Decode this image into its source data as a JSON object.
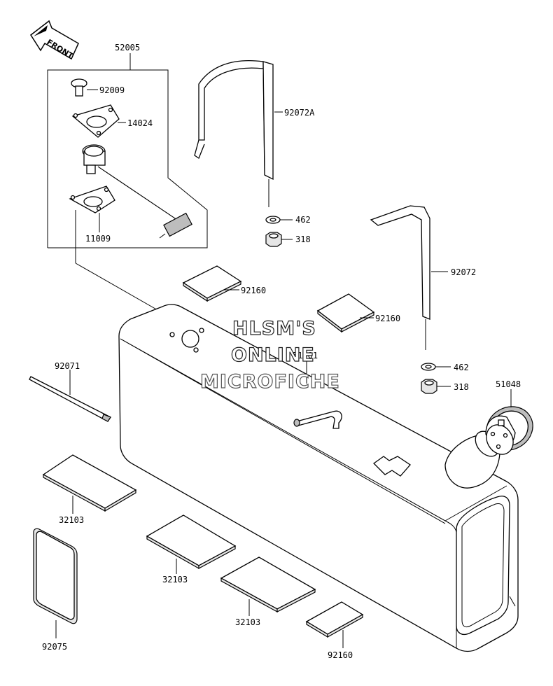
{
  "front_label": "FRONT",
  "watermark": {
    "line1": "HLSM'S",
    "line2": "ONLINE",
    "line3": "MICROFICHE"
  },
  "parts": {
    "p52005": "52005",
    "p92009": "92009",
    "p14024": "14024",
    "p11009": "11009",
    "p92072a": "92072A",
    "p462a": "462",
    "p318a": "318",
    "p92160a": "92160",
    "p92160b": "92160",
    "p92072": "92072",
    "p462b": "462",
    "p318b": "318",
    "p51048": "51048",
    "p51001": "51001",
    "p92071": "92071",
    "p32103a": "32103",
    "p32103b": "32103",
    "p32103c": "32103",
    "p92075": "92075",
    "p92160c": "92160"
  }
}
